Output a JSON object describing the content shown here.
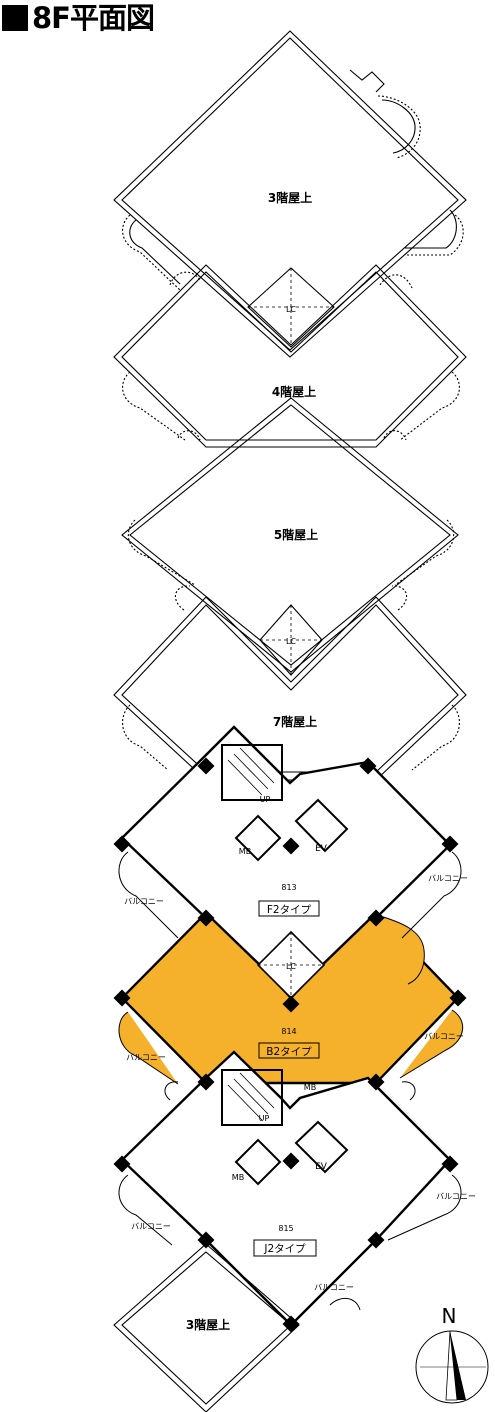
{
  "page_title": "8F平面図",
  "labels": {
    "roof_3_top": "3階屋上",
    "roof_4": "4階屋上",
    "roof_5": "5階屋上",
    "roof_7": "7階屋上",
    "roof_3_bottom": "3階屋上",
    "lc": "LC",
    "up": "UP",
    "mb": "MB",
    "ev": "EV",
    "balcony": "バルコニー"
  },
  "units": [
    {
      "number": "813",
      "type": "F2タイプ",
      "highlighted": false
    },
    {
      "number": "814",
      "type": "B2タイプ",
      "highlighted": true
    },
    {
      "number": "815",
      "type": "J2タイプ",
      "highlighted": false
    }
  ],
  "compass": "N",
  "colors": {
    "highlight": "#F6B12C",
    "line": "#000000"
  }
}
